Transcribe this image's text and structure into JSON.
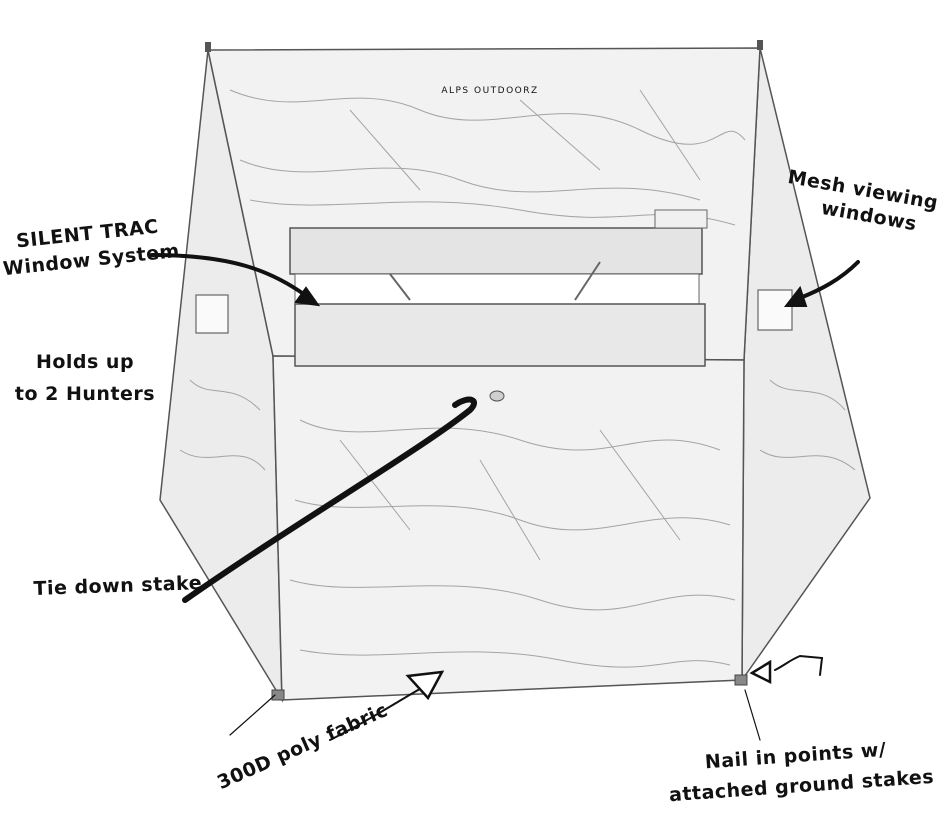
{
  "brand_mark": "ALPS OUTDOORZ",
  "annotations": {
    "window_system": {
      "line1": "SILENT TRAC",
      "line2": "Window System"
    },
    "mesh_windows": {
      "line1": "Mesh viewing",
      "line2": "windows"
    },
    "capacity": {
      "line1": "Holds up",
      "line2": "to 2 Hunters"
    },
    "tie_down": {
      "text": "Tie down stake"
    },
    "fabric": {
      "text": "300D poly fabric"
    },
    "nail_points": {
      "line1": "Nail in points w/",
      "line2": "attached ground stakes"
    }
  },
  "colors": {
    "ink": "#111111",
    "sketch": "#6a6a6a",
    "fill": "#f3f3f3",
    "shade": "#e2e2e2"
  }
}
